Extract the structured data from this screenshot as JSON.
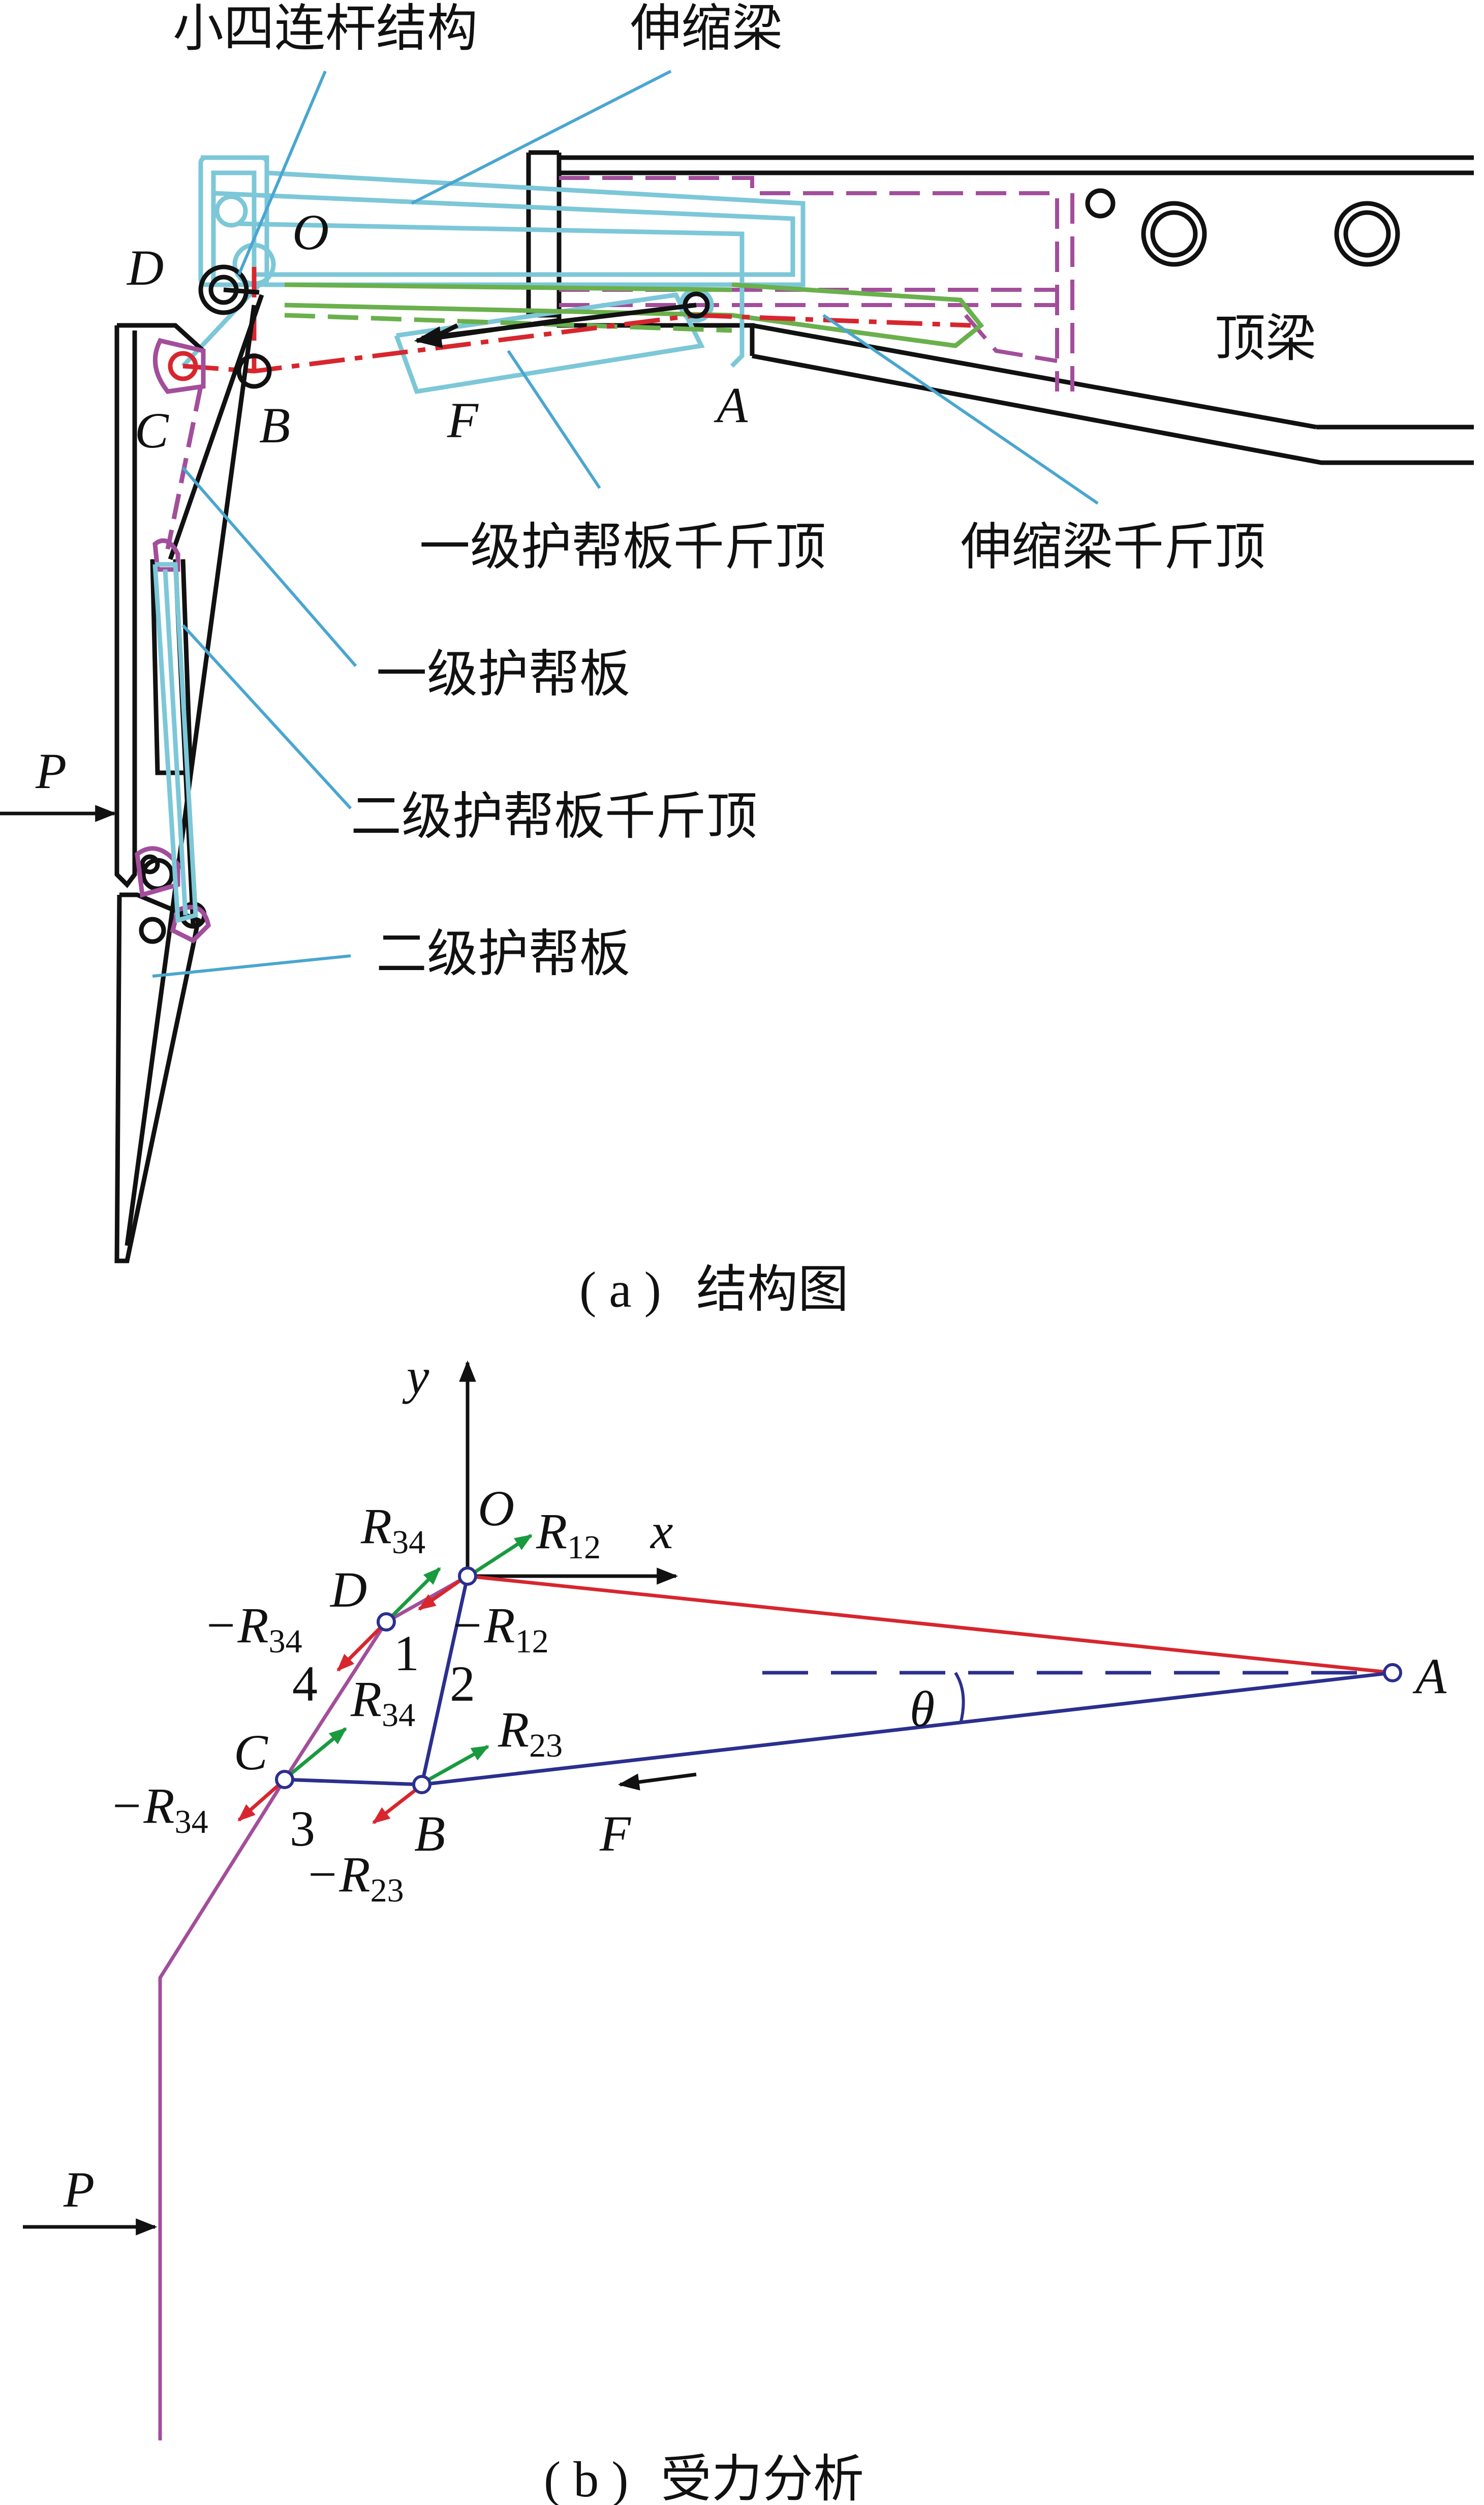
{
  "figure_a": {
    "labels": {
      "small_four_bar": "小四连杆结构",
      "telescopic_beam": "伸缩梁",
      "top_beam": "顶梁",
      "first_guard_jack": "一级护帮板千斤顶",
      "telescopic_jack": "伸缩梁千斤顶",
      "first_guard_plate": "一级护帮板",
      "second_guard_jack": "二级护帮板千斤顶",
      "second_guard_plate": "二级护帮板"
    },
    "points": {
      "O": "O",
      "D": "D",
      "C": "C",
      "B": "B",
      "A": "A",
      "F": "F",
      "P": "P"
    },
    "caption_tag": "( a )",
    "caption_text": "结构图"
  },
  "figure_b": {
    "axes": {
      "x": "x",
      "y": "y"
    },
    "points": {
      "O": "O",
      "D": "D",
      "C": "C",
      "B": "B",
      "A": "A",
      "F": "F",
      "P": "P",
      "theta": "θ"
    },
    "link_numbers": {
      "n1": "1",
      "n2": "2",
      "n3": "3",
      "n4": "4"
    },
    "forces": {
      "R34_top": {
        "sign": "",
        "base": "R",
        "sub": "34"
      },
      "R12": {
        "sign": "",
        "base": "R",
        "sub": "12"
      },
      "mR34_top": {
        "sign": "−",
        "base": "R",
        "sub": "34"
      },
      "mR12": {
        "sign": "−",
        "base": "R",
        "sub": "12"
      },
      "R34_mid": {
        "sign": "",
        "base": "R",
        "sub": "34"
      },
      "R23": {
        "sign": "",
        "base": "R",
        "sub": "23"
      },
      "mR34_mid": {
        "sign": "−",
        "base": "R",
        "sub": "34"
      },
      "mR23": {
        "sign": "−",
        "base": "R",
        "sub": "23"
      }
    },
    "caption_tag": "( b )",
    "caption_text": "受力分析"
  },
  "colors": {
    "outline": "#111111",
    "cyan": "#7cc7d8",
    "leader": "#4aa6d0",
    "magenta": "#a24e9b",
    "green": "#6ab04c",
    "red": "#d7262e",
    "navy": "#2b2f8e",
    "green_arrow": "#1a9a3e",
    "red_arrow": "#d7262e"
  }
}
